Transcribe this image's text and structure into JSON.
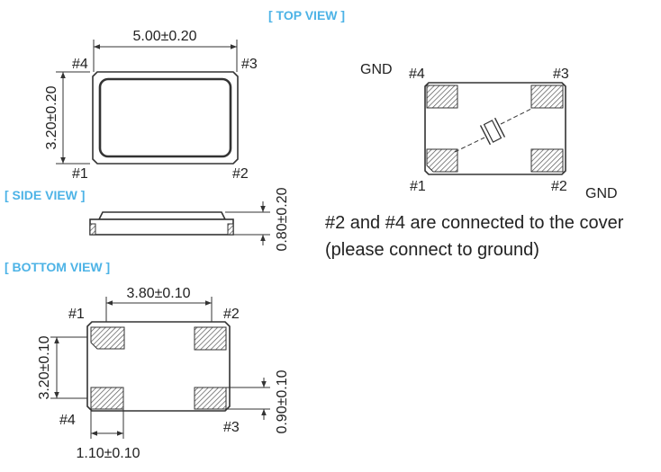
{
  "top_view": {
    "title": "[ TOP VIEW ]",
    "width_dim": "5.00±0.20",
    "height_dim": "3.20±0.20",
    "pin1": "#1",
    "pin2": "#2",
    "pin3": "#3",
    "pin4": "#4"
  },
  "side_view": {
    "title": "[ SIDE VIEW ]",
    "thickness_dim": "0.80±0.20"
  },
  "bottom_view": {
    "title": "[ BOTTOM  VIEW ]",
    "pitch_dim": "3.80±0.10",
    "height_dim": "3.20±0.10",
    "pad_width_dim": "1.10±0.10",
    "pad_height_dim": "0.90±0.10",
    "pin1": "#1",
    "pin2": "#2",
    "pin3": "#3",
    "pin4": "#4"
  },
  "schematic": {
    "gnd_top": "GND",
    "gnd_bottom": "GND",
    "pin1": "#1",
    "pin2": "#2",
    "pin3": "#3",
    "pin4": "#4"
  },
  "note": {
    "line1": "#2 and #4 are connected to the cover",
    "line2": "(please connect to ground)"
  }
}
